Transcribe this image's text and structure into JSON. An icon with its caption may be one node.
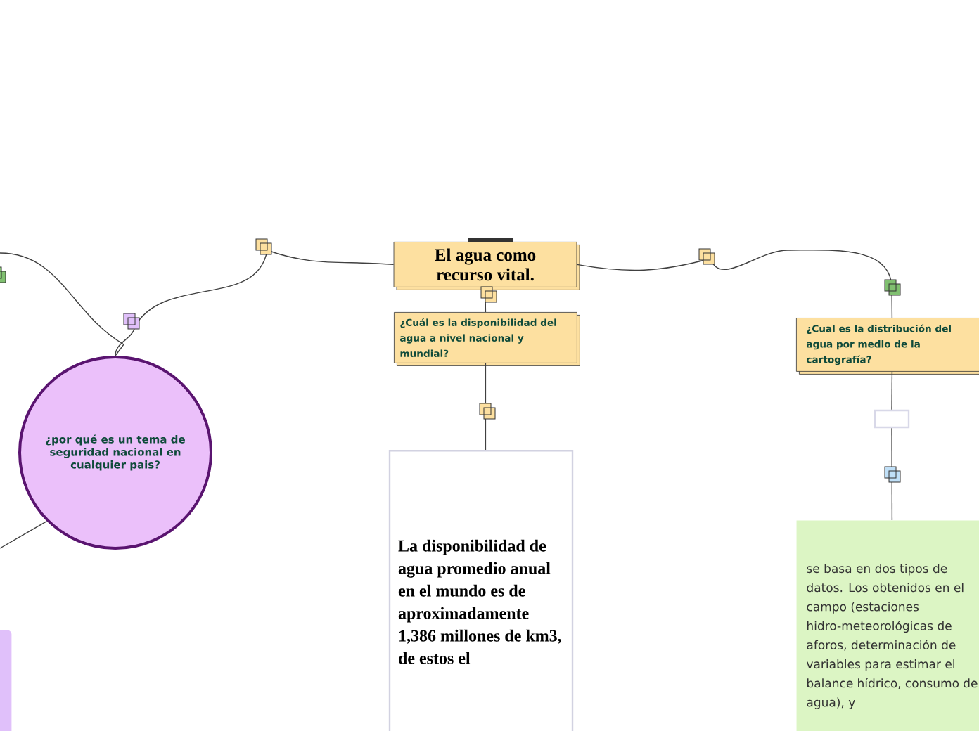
{
  "diagram": {
    "nodes": [
      {
        "text": [
          "El agua como recurso vital."
        ]
      },
      {
        "text": [
          "¿Cuál es la disponibilidad del agua a nivel nacional y mundial?"
        ]
      },
      {
        "text": [
          "La disponibilidad de agua promedio anual en el mundo es de aproximadamente 1,386 millones de km3, de estos el"
        ]
      },
      {
        "text": [
          "¿por qué es un tema de seguridad nacional en cualquier pais?"
        ]
      },
      {
        "text": [
          "¿Cual es la distribución del agua por medio de la cartografía?"
        ]
      },
      {
        "text": [],
        "shape": "box"
      },
      {
        "text": [
          "se basa en dos tipos de datos. Los obtenidos en el campo (estaciones hidro-meteorológicas de aforos, determinación de variables para estimar el balance hídrico, consumo de agua), y"
        ]
      },
      {
        "text": [],
        "shape": "box"
      }
    ],
    "edges": [
      {
        "from": 0,
        "to": 3,
        "arrow": "none"
      },
      {
        "from": 0,
        "to": 4,
        "arrow": "none"
      },
      {
        "from": 0,
        "to": 1,
        "arrow": "none"
      },
      {
        "from": 1,
        "to": 2,
        "arrow": "none"
      },
      {
        "from": 4,
        "to": 5,
        "arrow": "none"
      },
      {
        "from": 5,
        "to": 6,
        "arrow": "none"
      },
      {
        "from": null,
        "to": 3,
        "arrow": "none"
      },
      {
        "from": 3,
        "to": null,
        "arrow": "none"
      }
    ]
  }
}
